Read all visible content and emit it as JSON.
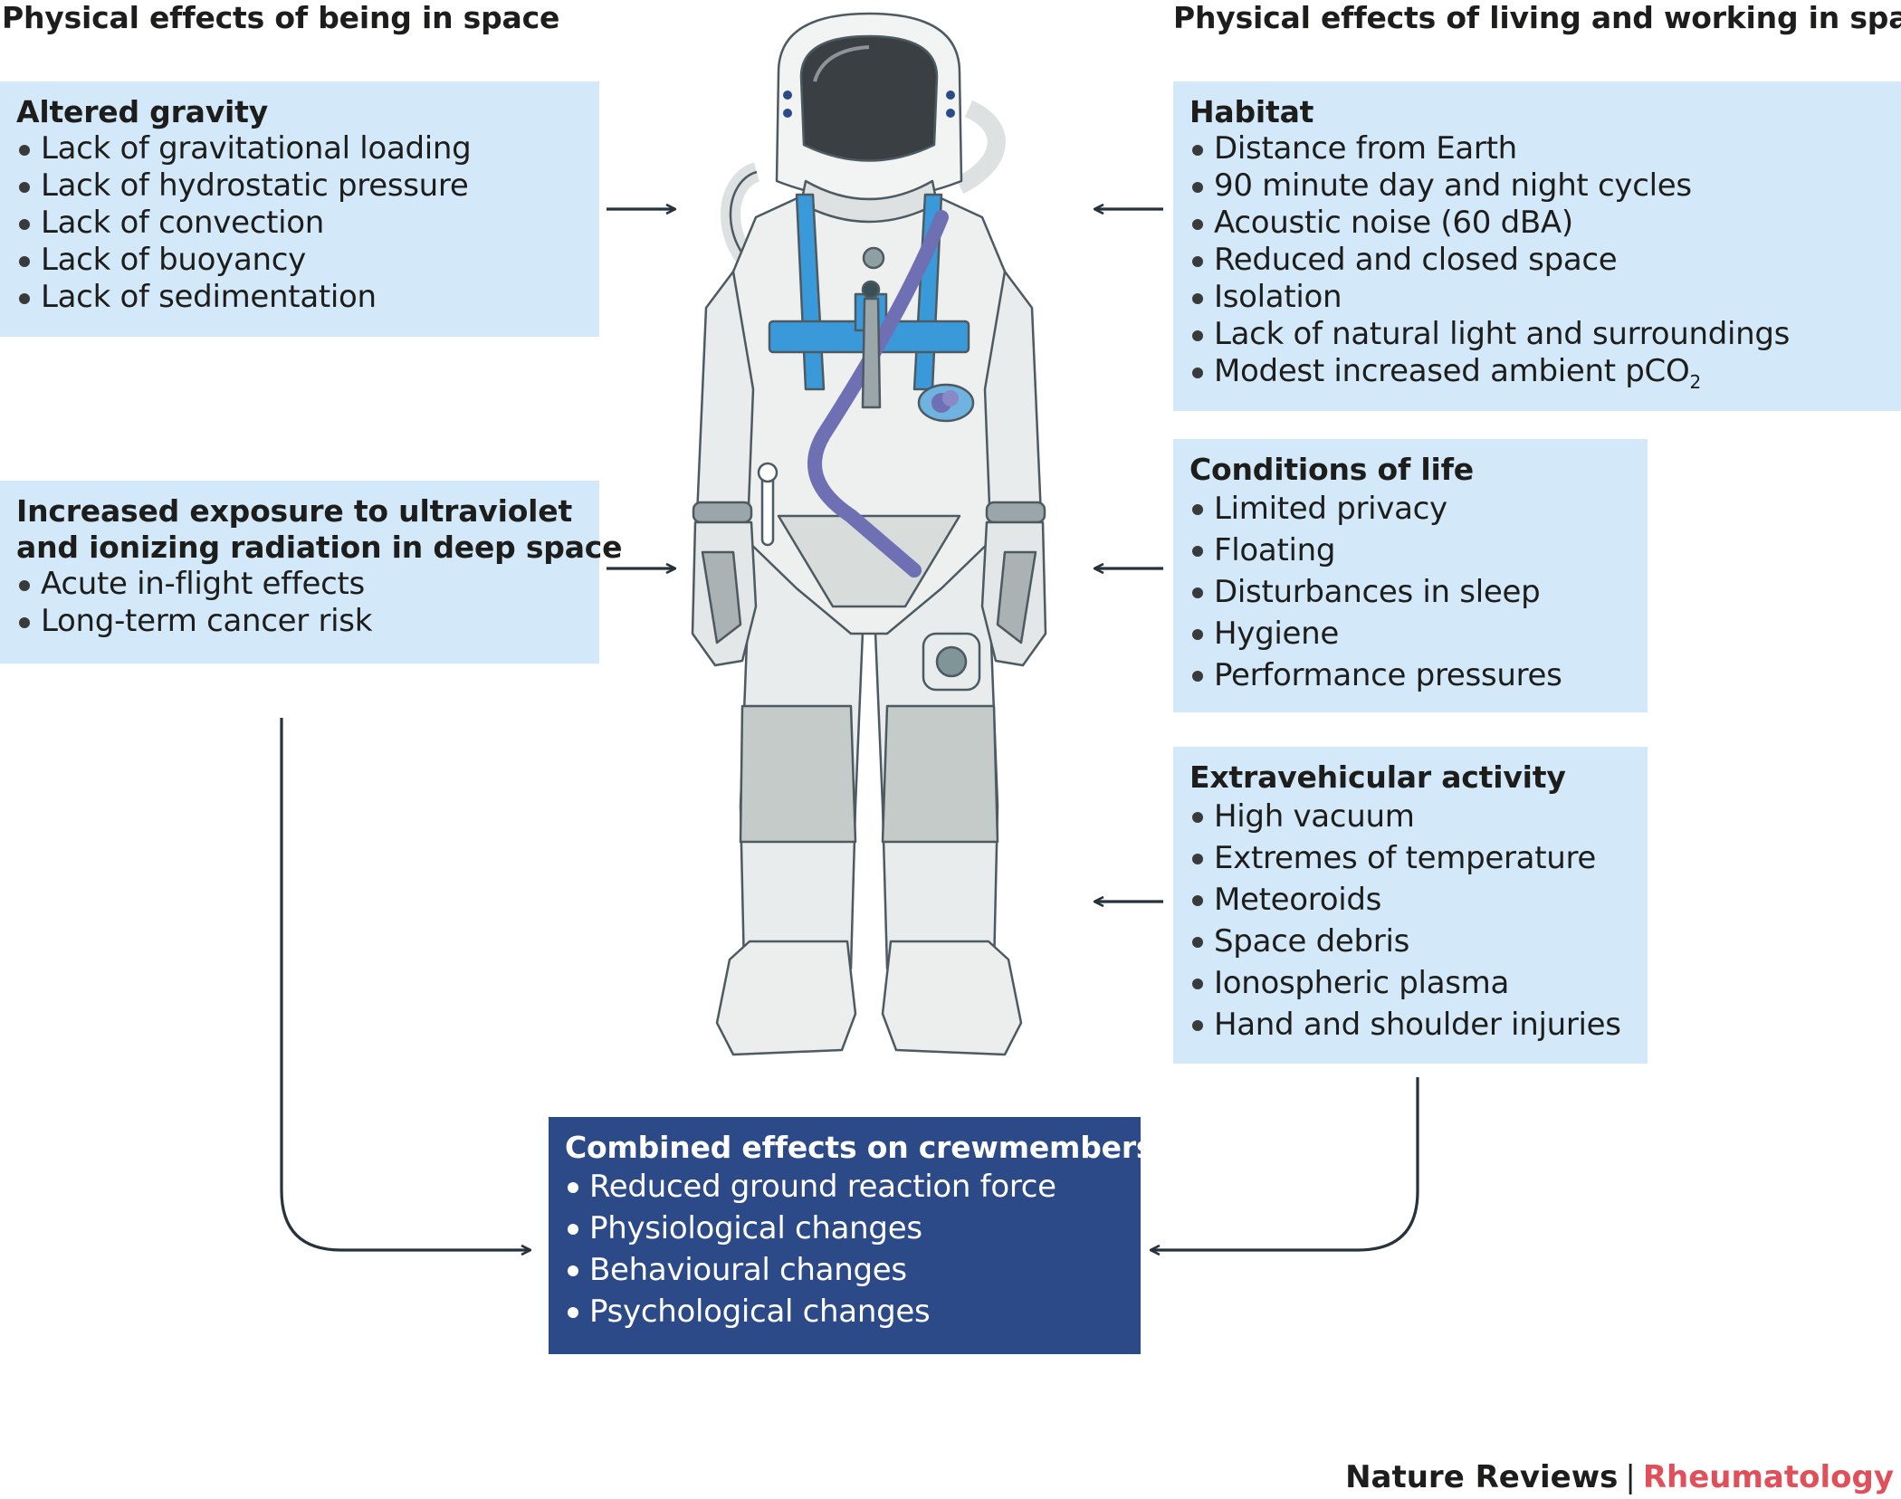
{
  "headings": {
    "left": "Physical effects of being in space",
    "right": "Physical effects of living and working in space"
  },
  "boxes": {
    "gravity": {
      "title": "Altered gravity",
      "items": [
        "Lack of gravitational loading",
        "Lack of hydrostatic pressure",
        "Lack of convection",
        "Lack of buoyancy",
        "Lack of sedimentation"
      ]
    },
    "radiation": {
      "title_line1": "Increased exposure to ultraviolet",
      "title_line2": "and ionizing radiation in deep space",
      "items": [
        "Acute in-flight effects",
        "Long-term cancer risk"
      ]
    },
    "habitat": {
      "title": "Habitat",
      "items": [
        "Distance from Earth",
        "90 minute day and night cycles",
        "Acoustic noise (60 dBA)",
        "Reduced and closed space",
        "Isolation",
        "Lack of natural light and surroundings"
      ],
      "last_item_text": "Modest increased ambient pCO",
      "last_item_subscript": "2"
    },
    "conditions": {
      "title": "Conditions of life",
      "items": [
        "Limited privacy",
        "Floating",
        "Disturbances in sleep",
        "Hygiene",
        "Performance pressures"
      ]
    },
    "eva": {
      "title": "Extravehicular activity",
      "items": [
        "High vacuum",
        "Extremes of temperature",
        "Meteoroids",
        "Space debris",
        "Ionospheric plasma",
        "Hand and shoulder injuries"
      ]
    },
    "combined": {
      "title": "Combined effects on crewmembers",
      "items": [
        "Reduced ground reaction force",
        "Physiological changes",
        "Behavioural changes",
        "Psychological changes"
      ]
    }
  },
  "brand": {
    "journal": "Nature Reviews",
    "separator": "|",
    "section": "Rheumatology"
  },
  "colors": {
    "box_fill": "#d3e8f8",
    "combined_fill": "#2c4a87",
    "arrow": "#26323c",
    "brand_accent": "#e0505a",
    "suit_blue": "#3a9ad9",
    "suit_purple": "#6f6fb4"
  },
  "illustration": {
    "subject": "astronaut-spacesuit",
    "icon": "astronaut-icon"
  }
}
